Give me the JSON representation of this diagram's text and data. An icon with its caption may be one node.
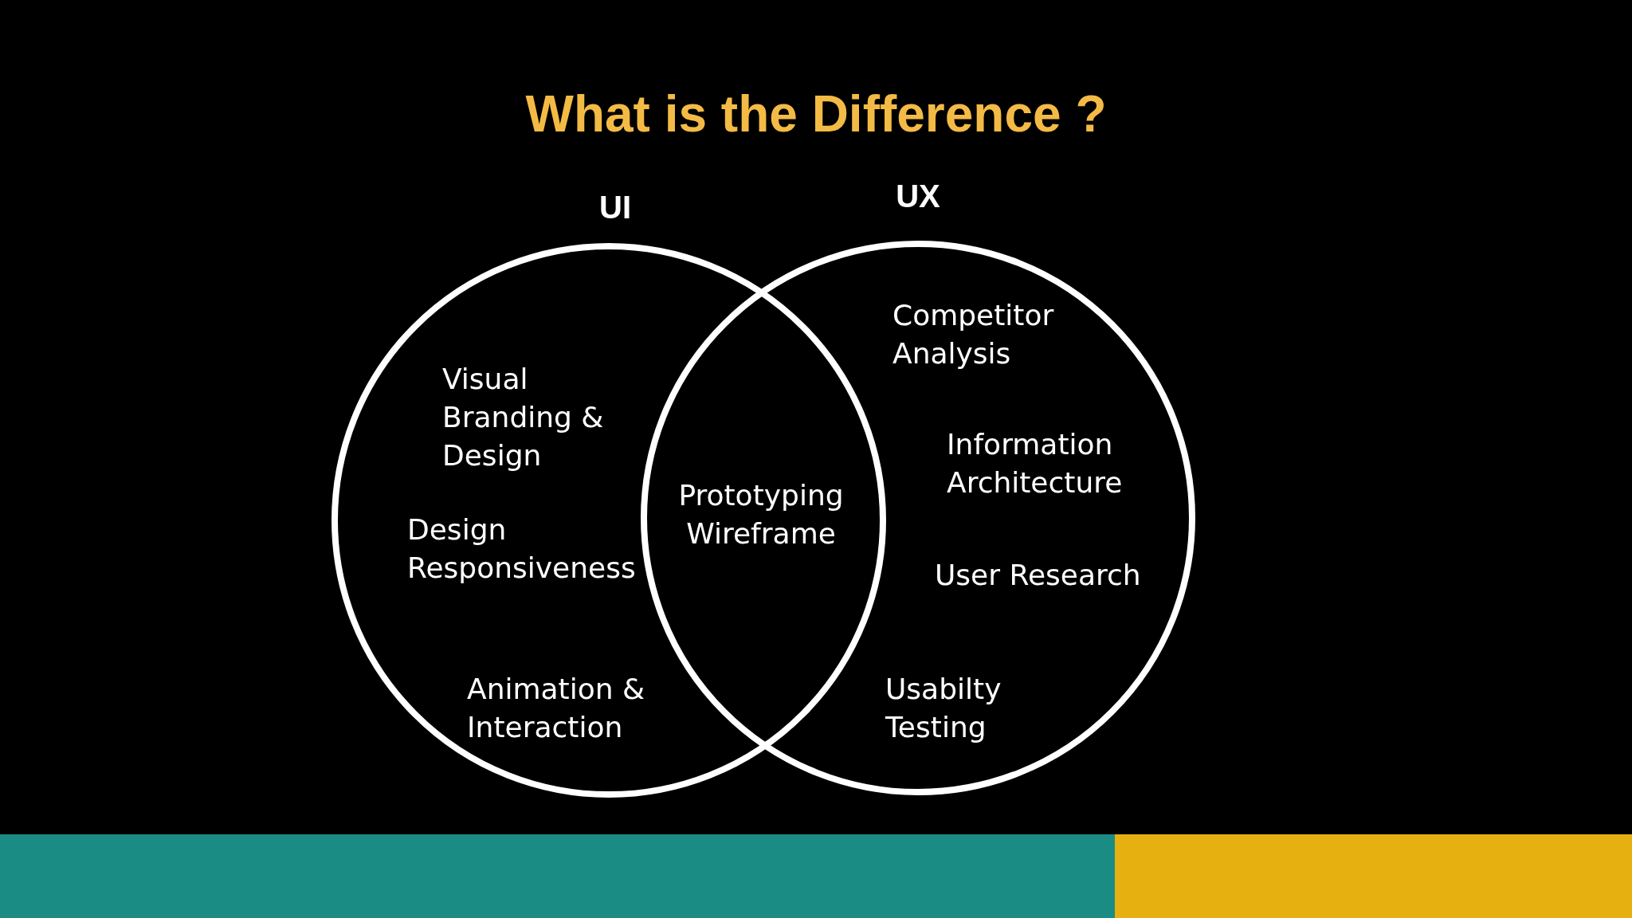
{
  "diagram": {
    "title": "What is the Difference ?",
    "nodes": [
      {
        "text": [
          "UI",
          "Visual Branding & Design",
          "Design Responsiveness",
          "Animation & Interaction"
        ]
      },
      {
        "text": [
          "UX",
          "Competitor Analysis",
          "Information Architecture",
          "User Research",
          "Usabilty Testing"
        ]
      }
    ],
    "labels": [
      "Prototyping Wireframe"
    ]
  }
}
